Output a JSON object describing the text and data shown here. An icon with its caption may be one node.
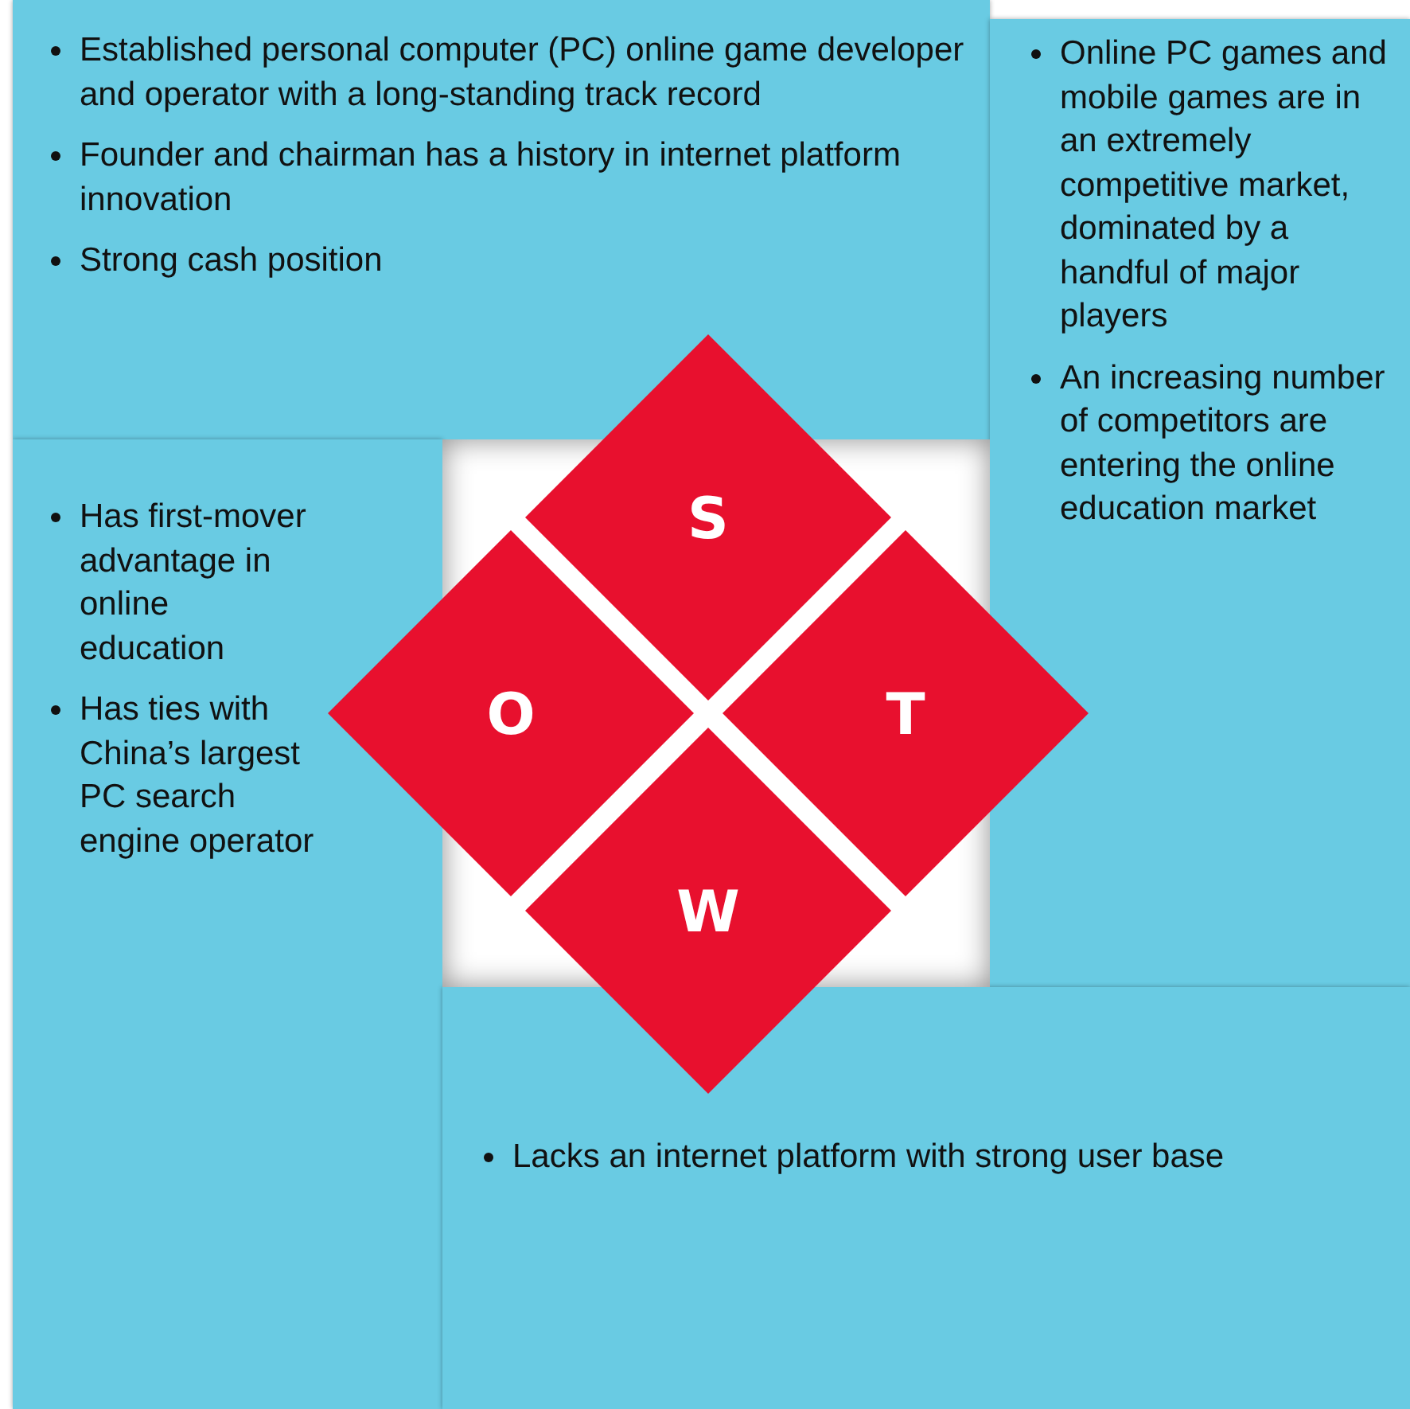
{
  "diagram": {
    "nodes": [
      {
        "text": [
          "Established personal computer (PC) online game developer and operator with a long-standing track record",
          "Founder and chairman has a history in internet platform innovation",
          "Strong cash position"
        ]
      },
      {
        "text": [
          "Online PC games and mobile games are in an extremely competitive market, dominated by a handful of major players",
          "An increasing number of competitors are entering the online education market"
        ]
      },
      {
        "text": [
          "Has first-mover advantage in online education",
          "Has ties with China’s largest PC search engine operator"
        ]
      },
      {
        "text": [
          "Lacks an internet platform with strong user base"
        ]
      },
      {
        "text": [
          "S"
        ]
      },
      {
        "text": [
          "O"
        ]
      },
      {
        "text": [
          "T"
        ]
      },
      {
        "text": [
          "W"
        ]
      }
    ]
  }
}
